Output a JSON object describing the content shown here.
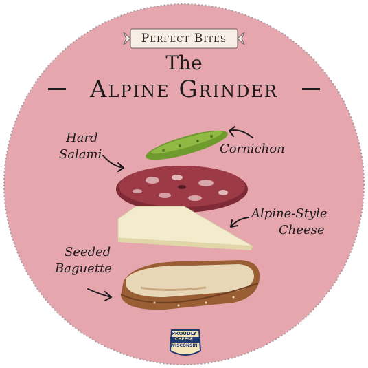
{
  "banner": {
    "label": "Perfect Bites"
  },
  "title": {
    "prefix": "The",
    "name": "Alpine Grinder"
  },
  "labels": {
    "cornichon": "Cornichon",
    "salami_line1": "Hard",
    "salami_line2": "Salami",
    "cheese_line1": "Alpine-Style",
    "cheese_line2": "Cheese",
    "baguette_line1": "Seeded",
    "baguette_line2": "Baguette"
  },
  "logo": {
    "line1": "PROUDLY",
    "line2": "CHEESE",
    "line3": "WISCONSIN"
  },
  "colors": {
    "background": "#e5a6ad",
    "border": "#a99aa0",
    "pickle": "#6f9a2e",
    "salami": "#9c3a46",
    "cheese": "#f3eccc",
    "bread": "#c98b55",
    "ink": "#1c1a1d",
    "logo_blue": "#1f3a72"
  }
}
